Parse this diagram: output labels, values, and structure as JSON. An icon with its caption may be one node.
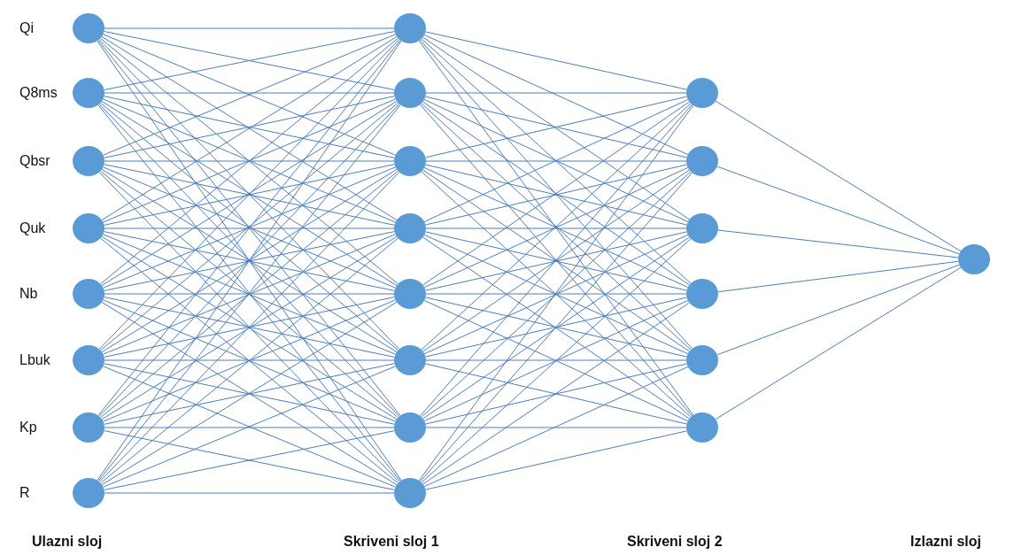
{
  "diagram": {
    "nodes": [
      {
        "text": [],
        "shape": "circle",
        "beside": [
          "Qi"
        ]
      },
      {
        "text": [],
        "shape": "circle",
        "beside": [
          "Q8ms"
        ]
      },
      {
        "text": [],
        "shape": "circle",
        "beside": [
          "Qbsr"
        ]
      },
      {
        "text": [],
        "shape": "circle",
        "beside": [
          "Quk"
        ]
      },
      {
        "text": [],
        "shape": "circle",
        "beside": [
          "Nb"
        ]
      },
      {
        "text": [],
        "shape": "circle",
        "beside": [
          "Lbuk"
        ]
      },
      {
        "text": [],
        "shape": "circle",
        "beside": [
          "Kp"
        ]
      },
      {
        "text": [],
        "shape": "circle",
        "beside": [
          "R"
        ]
      },
      {
        "text": [],
        "shape": "circle"
      },
      {
        "text": [],
        "shape": "circle"
      },
      {
        "text": [],
        "shape": "circle"
      },
      {
        "text": [],
        "shape": "circle"
      },
      {
        "text": [],
        "shape": "circle"
      },
      {
        "text": [],
        "shape": "circle"
      },
      {
        "text": [],
        "shape": "circle"
      },
      {
        "text": [],
        "shape": "circle"
      },
      {
        "text": [],
        "shape": "circle"
      },
      {
        "text": [],
        "shape": "circle"
      },
      {
        "text": [],
        "shape": "circle"
      },
      {
        "text": [],
        "shape": "circle"
      },
      {
        "text": [],
        "shape": "circle"
      },
      {
        "text": [],
        "shape": "circle"
      },
      {
        "text": [],
        "shape": "circle"
      }
    ],
    "edges": [
      {
        "from": 0,
        "to": 8,
        "arrow": "none"
      },
      {
        "from": 0,
        "to": 9,
        "arrow": "none"
      },
      {
        "from": 0,
        "to": 10,
        "arrow": "none"
      },
      {
        "from": 0,
        "to": 11,
        "arrow": "none"
      },
      {
        "from": 0,
        "to": 12,
        "arrow": "none"
      },
      {
        "from": 0,
        "to": 13,
        "arrow": "none"
      },
      {
        "from": 0,
        "to": 14,
        "arrow": "none"
      },
      {
        "from": 0,
        "to": 15,
        "arrow": "none"
      },
      {
        "from": 1,
        "to": 8,
        "arrow": "none"
      },
      {
        "from": 1,
        "to": 9,
        "arrow": "none"
      },
      {
        "from": 1,
        "to": 10,
        "arrow": "none"
      },
      {
        "from": 1,
        "to": 11,
        "arrow": "none"
      },
      {
        "from": 1,
        "to": 12,
        "arrow": "none"
      },
      {
        "from": 1,
        "to": 13,
        "arrow": "none"
      },
      {
        "from": 1,
        "to": 14,
        "arrow": "none"
      },
      {
        "from": 1,
        "to": 15,
        "arrow": "none"
      },
      {
        "from": 2,
        "to": 8,
        "arrow": "none"
      },
      {
        "from": 2,
        "to": 9,
        "arrow": "none"
      },
      {
        "from": 2,
        "to": 10,
        "arrow": "none"
      },
      {
        "from": 2,
        "to": 11,
        "arrow": "none"
      },
      {
        "from": 2,
        "to": 12,
        "arrow": "none"
      },
      {
        "from": 2,
        "to": 13,
        "arrow": "none"
      },
      {
        "from": 2,
        "to": 14,
        "arrow": "none"
      },
      {
        "from": 2,
        "to": 15,
        "arrow": "none"
      },
      {
        "from": 3,
        "to": 8,
        "arrow": "none"
      },
      {
        "from": 3,
        "to": 9,
        "arrow": "none"
      },
      {
        "from": 3,
        "to": 10,
        "arrow": "none"
      },
      {
        "from": 3,
        "to": 11,
        "arrow": "none"
      },
      {
        "from": 3,
        "to": 12,
        "arrow": "none"
      },
      {
        "from": 3,
        "to": 13,
        "arrow": "none"
      },
      {
        "from": 3,
        "to": 14,
        "arrow": "none"
      },
      {
        "from": 3,
        "to": 15,
        "arrow": "none"
      },
      {
        "from": 4,
        "to": 8,
        "arrow": "none"
      },
      {
        "from": 4,
        "to": 9,
        "arrow": "none"
      },
      {
        "from": 4,
        "to": 10,
        "arrow": "none"
      },
      {
        "from": 4,
        "to": 11,
        "arrow": "none"
      },
      {
        "from": 4,
        "to": 12,
        "arrow": "none"
      },
      {
        "from": 4,
        "to": 13,
        "arrow": "none"
      },
      {
        "from": 4,
        "to": 14,
        "arrow": "none"
      },
      {
        "from": 4,
        "to": 15,
        "arrow": "none"
      },
      {
        "from": 5,
        "to": 8,
        "arrow": "none"
      },
      {
        "from": 5,
        "to": 9,
        "arrow": "none"
      },
      {
        "from": 5,
        "to": 10,
        "arrow": "none"
      },
      {
        "from": 5,
        "to": 11,
        "arrow": "none"
      },
      {
        "from": 5,
        "to": 12,
        "arrow": "none"
      },
      {
        "from": 5,
        "to": 13,
        "arrow": "none"
      },
      {
        "from": 5,
        "to": 14,
        "arrow": "none"
      },
      {
        "from": 5,
        "to": 15,
        "arrow": "none"
      },
      {
        "from": 6,
        "to": 8,
        "arrow": "none"
      },
      {
        "from": 6,
        "to": 9,
        "arrow": "none"
      },
      {
        "from": 6,
        "to": 10,
        "arrow": "none"
      },
      {
        "from": 6,
        "to": 11,
        "arrow": "none"
      },
      {
        "from": 6,
        "to": 12,
        "arrow": "none"
      },
      {
        "from": 6,
        "to": 13,
        "arrow": "none"
      },
      {
        "from": 6,
        "to": 14,
        "arrow": "none"
      },
      {
        "from": 6,
        "to": 15,
        "arrow": "none"
      },
      {
        "from": 7,
        "to": 8,
        "arrow": "none"
      },
      {
        "from": 7,
        "to": 9,
        "arrow": "none"
      },
      {
        "from": 7,
        "to": 10,
        "arrow": "none"
      },
      {
        "from": 7,
        "to": 11,
        "arrow": "none"
      },
      {
        "from": 7,
        "to": 12,
        "arrow": "none"
      },
      {
        "from": 7,
        "to": 13,
        "arrow": "none"
      },
      {
        "from": 7,
        "to": 14,
        "arrow": "none"
      },
      {
        "from": 7,
        "to": 15,
        "arrow": "none"
      },
      {
        "from": 8,
        "to": 16,
        "arrow": "none"
      },
      {
        "from": 8,
        "to": 17,
        "arrow": "none"
      },
      {
        "from": 8,
        "to": 18,
        "arrow": "none"
      },
      {
        "from": 8,
        "to": 19,
        "arrow": "none"
      },
      {
        "from": 8,
        "to": 20,
        "arrow": "none"
      },
      {
        "from": 8,
        "to": 21,
        "arrow": "none"
      },
      {
        "from": 9,
        "to": 16,
        "arrow": "none"
      },
      {
        "from": 9,
        "to": 17,
        "arrow": "none"
      },
      {
        "from": 9,
        "to": 18,
        "arrow": "none"
      },
      {
        "from": 9,
        "to": 19,
        "arrow": "none"
      },
      {
        "from": 9,
        "to": 20,
        "arrow": "none"
      },
      {
        "from": 9,
        "to": 21,
        "arrow": "none"
      },
      {
        "from": 10,
        "to": 16,
        "arrow": "none"
      },
      {
        "from": 10,
        "to": 17,
        "arrow": "none"
      },
      {
        "from": 10,
        "to": 18,
        "arrow": "none"
      },
      {
        "from": 10,
        "to": 19,
        "arrow": "none"
      },
      {
        "from": 10,
        "to": 20,
        "arrow": "none"
      },
      {
        "from": 10,
        "to": 21,
        "arrow": "none"
      },
      {
        "from": 11,
        "to": 16,
        "arrow": "none"
      },
      {
        "from": 11,
        "to": 17,
        "arrow": "none"
      },
      {
        "from": 11,
        "to": 18,
        "arrow": "none"
      },
      {
        "from": 11,
        "to": 19,
        "arrow": "none"
      },
      {
        "from": 11,
        "to": 20,
        "arrow": "none"
      },
      {
        "from": 11,
        "to": 21,
        "arrow": "none"
      },
      {
        "from": 12,
        "to": 16,
        "arrow": "none"
      },
      {
        "from": 12,
        "to": 17,
        "arrow": "none"
      },
      {
        "from": 12,
        "to": 18,
        "arrow": "none"
      },
      {
        "from": 12,
        "to": 19,
        "arrow": "none"
      },
      {
        "from": 12,
        "to": 20,
        "arrow": "none"
      },
      {
        "from": 12,
        "to": 21,
        "arrow": "none"
      },
      {
        "from": 13,
        "to": 16,
        "arrow": "none"
      },
      {
        "from": 13,
        "to": 17,
        "arrow": "none"
      },
      {
        "from": 13,
        "to": 18,
        "arrow": "none"
      },
      {
        "from": 13,
        "to": 19,
        "arrow": "none"
      },
      {
        "from": 13,
        "to": 20,
        "arrow": "none"
      },
      {
        "from": 13,
        "to": 21,
        "arrow": "none"
      },
      {
        "from": 14,
        "to": 16,
        "arrow": "none"
      },
      {
        "from": 14,
        "to": 17,
        "arrow": "none"
      },
      {
        "from": 14,
        "to": 18,
        "arrow": "none"
      },
      {
        "from": 14,
        "to": 19,
        "arrow": "none"
      },
      {
        "from": 14,
        "to": 20,
        "arrow": "none"
      },
      {
        "from": 14,
        "to": 21,
        "arrow": "none"
      },
      {
        "from": 15,
        "to": 16,
        "arrow": "none"
      },
      {
        "from": 15,
        "to": 17,
        "arrow": "none"
      },
      {
        "from": 15,
        "to": 18,
        "arrow": "none"
      },
      {
        "from": 15,
        "to": 19,
        "arrow": "none"
      },
      {
        "from": 15,
        "to": 20,
        "arrow": "none"
      },
      {
        "from": 15,
        "to": 21,
        "arrow": "none"
      },
      {
        "from": 16,
        "to": 22,
        "arrow": "none"
      },
      {
        "from": 17,
        "to": 22,
        "arrow": "none"
      },
      {
        "from": 18,
        "to": 22,
        "arrow": "none"
      },
      {
        "from": 19,
        "to": 22,
        "arrow": "none"
      },
      {
        "from": 20,
        "to": 22,
        "arrow": "none"
      },
      {
        "from": 21,
        "to": 22,
        "arrow": "none"
      }
    ],
    "labels": [
      "Ulazni sloj",
      "Skriveni sloj 1",
      "Skriveni sloj 2",
      "Izlazni sloj"
    ]
  }
}
